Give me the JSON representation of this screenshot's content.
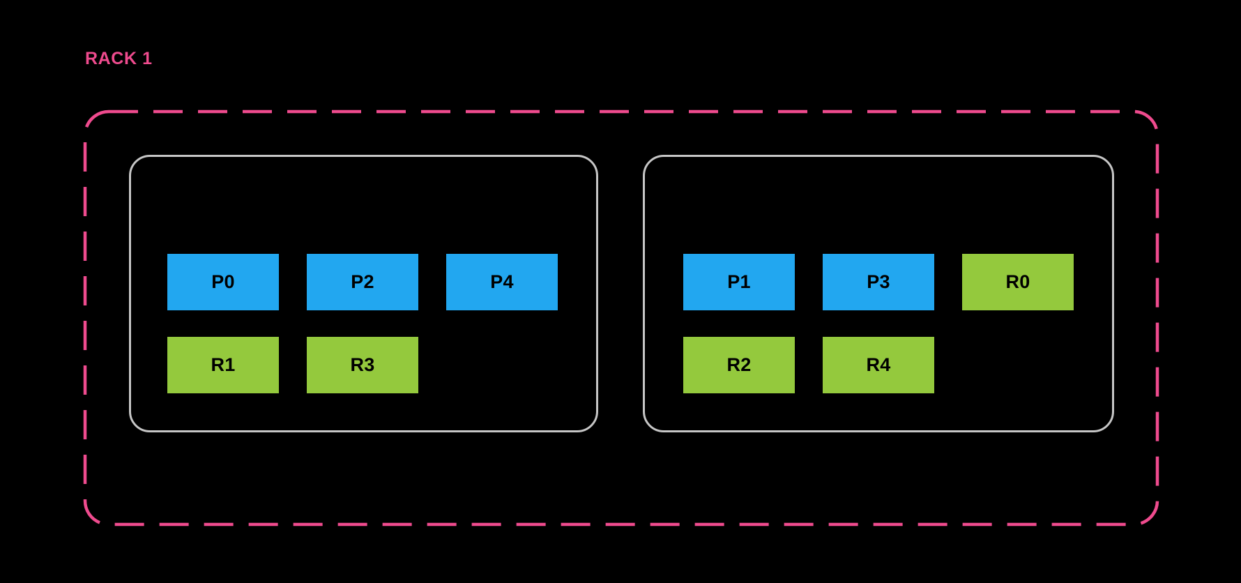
{
  "diagram": {
    "title": "RACK 1",
    "accent_color": "#ef4b8e",
    "background_color": "#000000",
    "node_border_color": "#c6c6c6",
    "primary_color": "#22a7f0",
    "replica_color": "#94c93d"
  },
  "nodes": [
    {
      "id": "node-0",
      "rows": [
        [
          {
            "label": "P0",
            "kind": "primary"
          },
          {
            "label": "P2",
            "kind": "primary"
          },
          {
            "label": "P4",
            "kind": "primary"
          }
        ],
        [
          {
            "label": "R1",
            "kind": "replica"
          },
          {
            "label": "R3",
            "kind": "replica"
          }
        ]
      ]
    },
    {
      "id": "node-1",
      "rows": [
        [
          {
            "label": "P1",
            "kind": "primary"
          },
          {
            "label": "P3",
            "kind": "primary"
          },
          {
            "label": "R0",
            "kind": "replica"
          }
        ],
        [
          {
            "label": "R2",
            "kind": "replica"
          },
          {
            "label": "R4",
            "kind": "replica"
          }
        ]
      ]
    }
  ],
  "blocks": {
    "n0r0c0": "P0",
    "n0r0c1": "P2",
    "n0r0c2": "P4",
    "n0r1c0": "R1",
    "n0r1c1": "R3",
    "n1r0c0": "P1",
    "n1r0c1": "P3",
    "n1r0c2": "R0",
    "n1r1c0": "R2",
    "n1r1c1": "R4"
  }
}
